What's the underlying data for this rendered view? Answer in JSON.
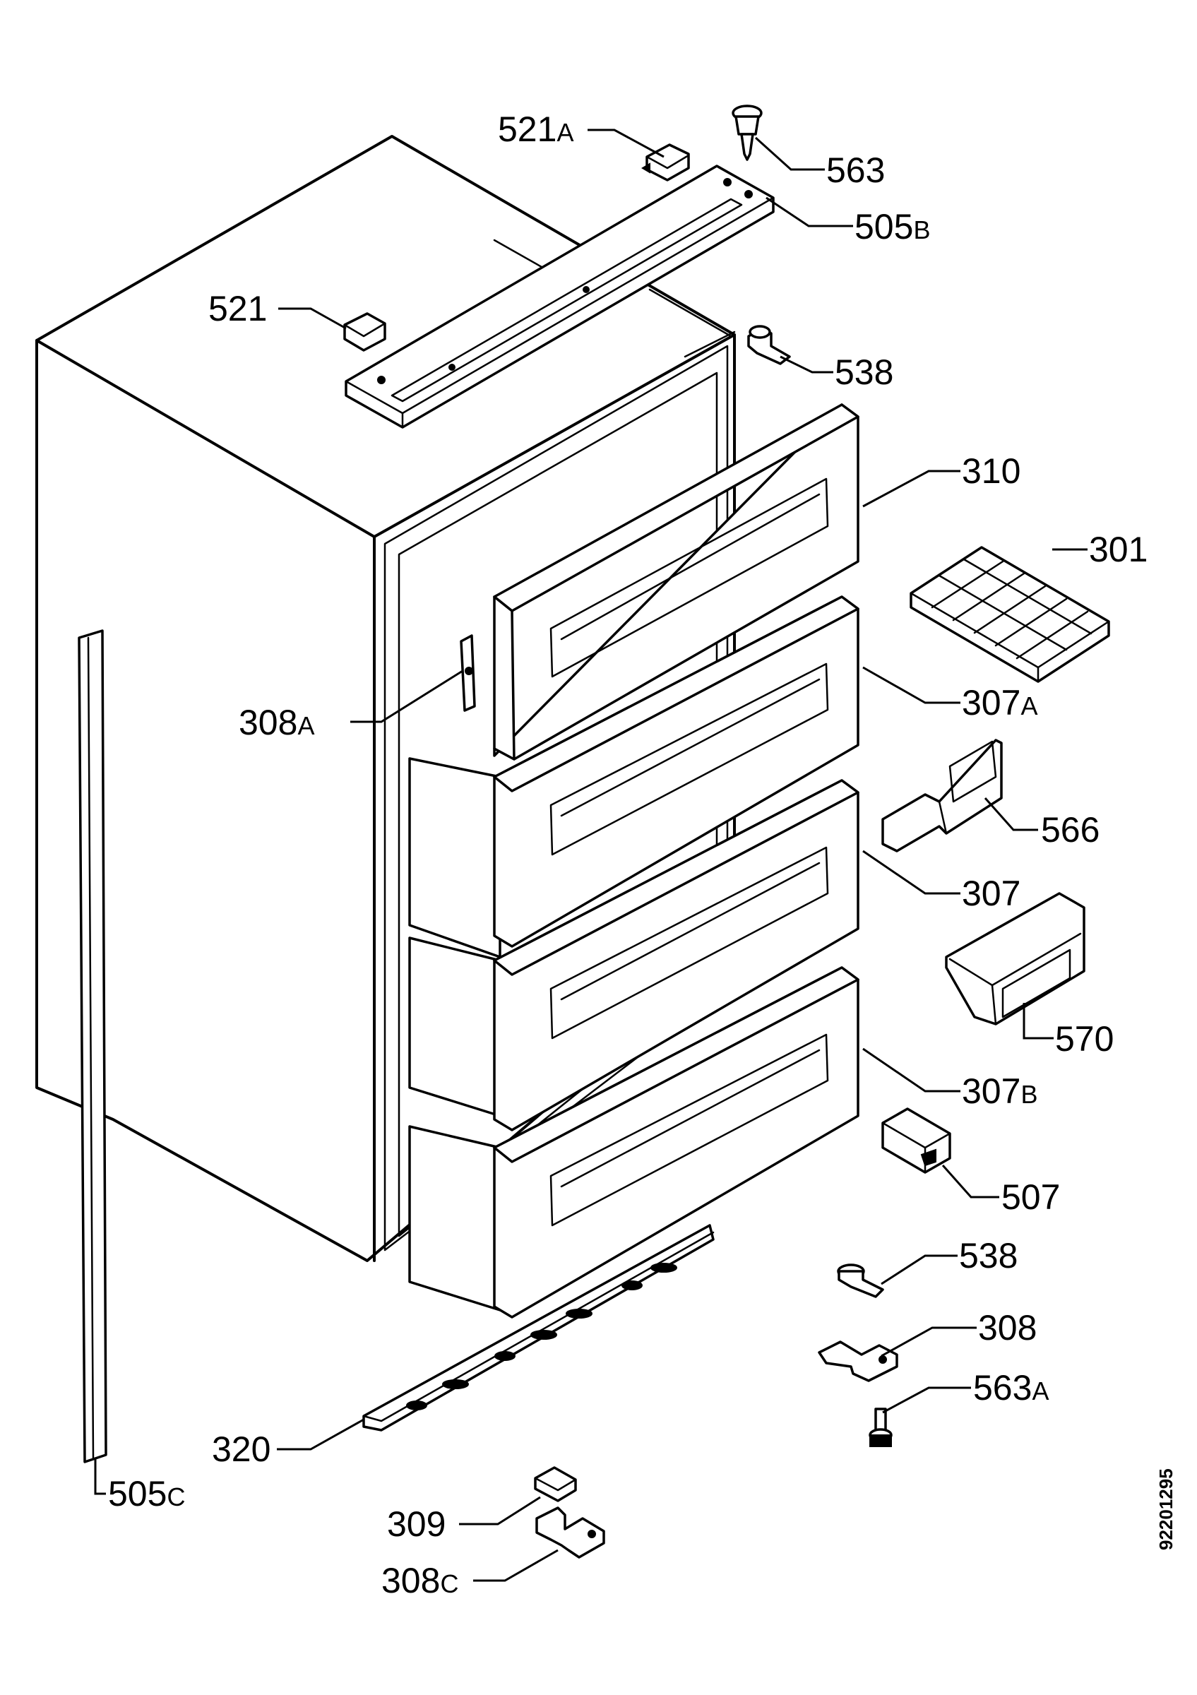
{
  "diagram": {
    "drawing_number": "92201295",
    "callouts": [
      {
        "id": "c521a",
        "num": "521",
        "suffix": "A"
      },
      {
        "id": "c563",
        "num": "563",
        "suffix": ""
      },
      {
        "id": "c505b",
        "num": "505",
        "suffix": "B"
      },
      {
        "id": "c521",
        "num": "521",
        "suffix": ""
      },
      {
        "id": "c538top",
        "num": "538",
        "suffix": ""
      },
      {
        "id": "c310",
        "num": "310",
        "suffix": ""
      },
      {
        "id": "c301",
        "num": "301",
        "suffix": ""
      },
      {
        "id": "c308a",
        "num": "308",
        "suffix": "A"
      },
      {
        "id": "c307a",
        "num": "307",
        "suffix": "A"
      },
      {
        "id": "c566",
        "num": "566",
        "suffix": ""
      },
      {
        "id": "c307",
        "num": "307",
        "suffix": ""
      },
      {
        "id": "c570",
        "num": "570",
        "suffix": ""
      },
      {
        "id": "c307b",
        "num": "307",
        "suffix": "B"
      },
      {
        "id": "c507",
        "num": "507",
        "suffix": ""
      },
      {
        "id": "c538bot",
        "num": "538",
        "suffix": ""
      },
      {
        "id": "c308",
        "num": "308",
        "suffix": ""
      },
      {
        "id": "c563a",
        "num": "563",
        "suffix": "A"
      },
      {
        "id": "c320",
        "num": "320",
        "suffix": ""
      },
      {
        "id": "c505c",
        "num": "505",
        "suffix": "C"
      },
      {
        "id": "c309",
        "num": "309",
        "suffix": ""
      },
      {
        "id": "c308c",
        "num": "308",
        "suffix": "C"
      }
    ]
  }
}
